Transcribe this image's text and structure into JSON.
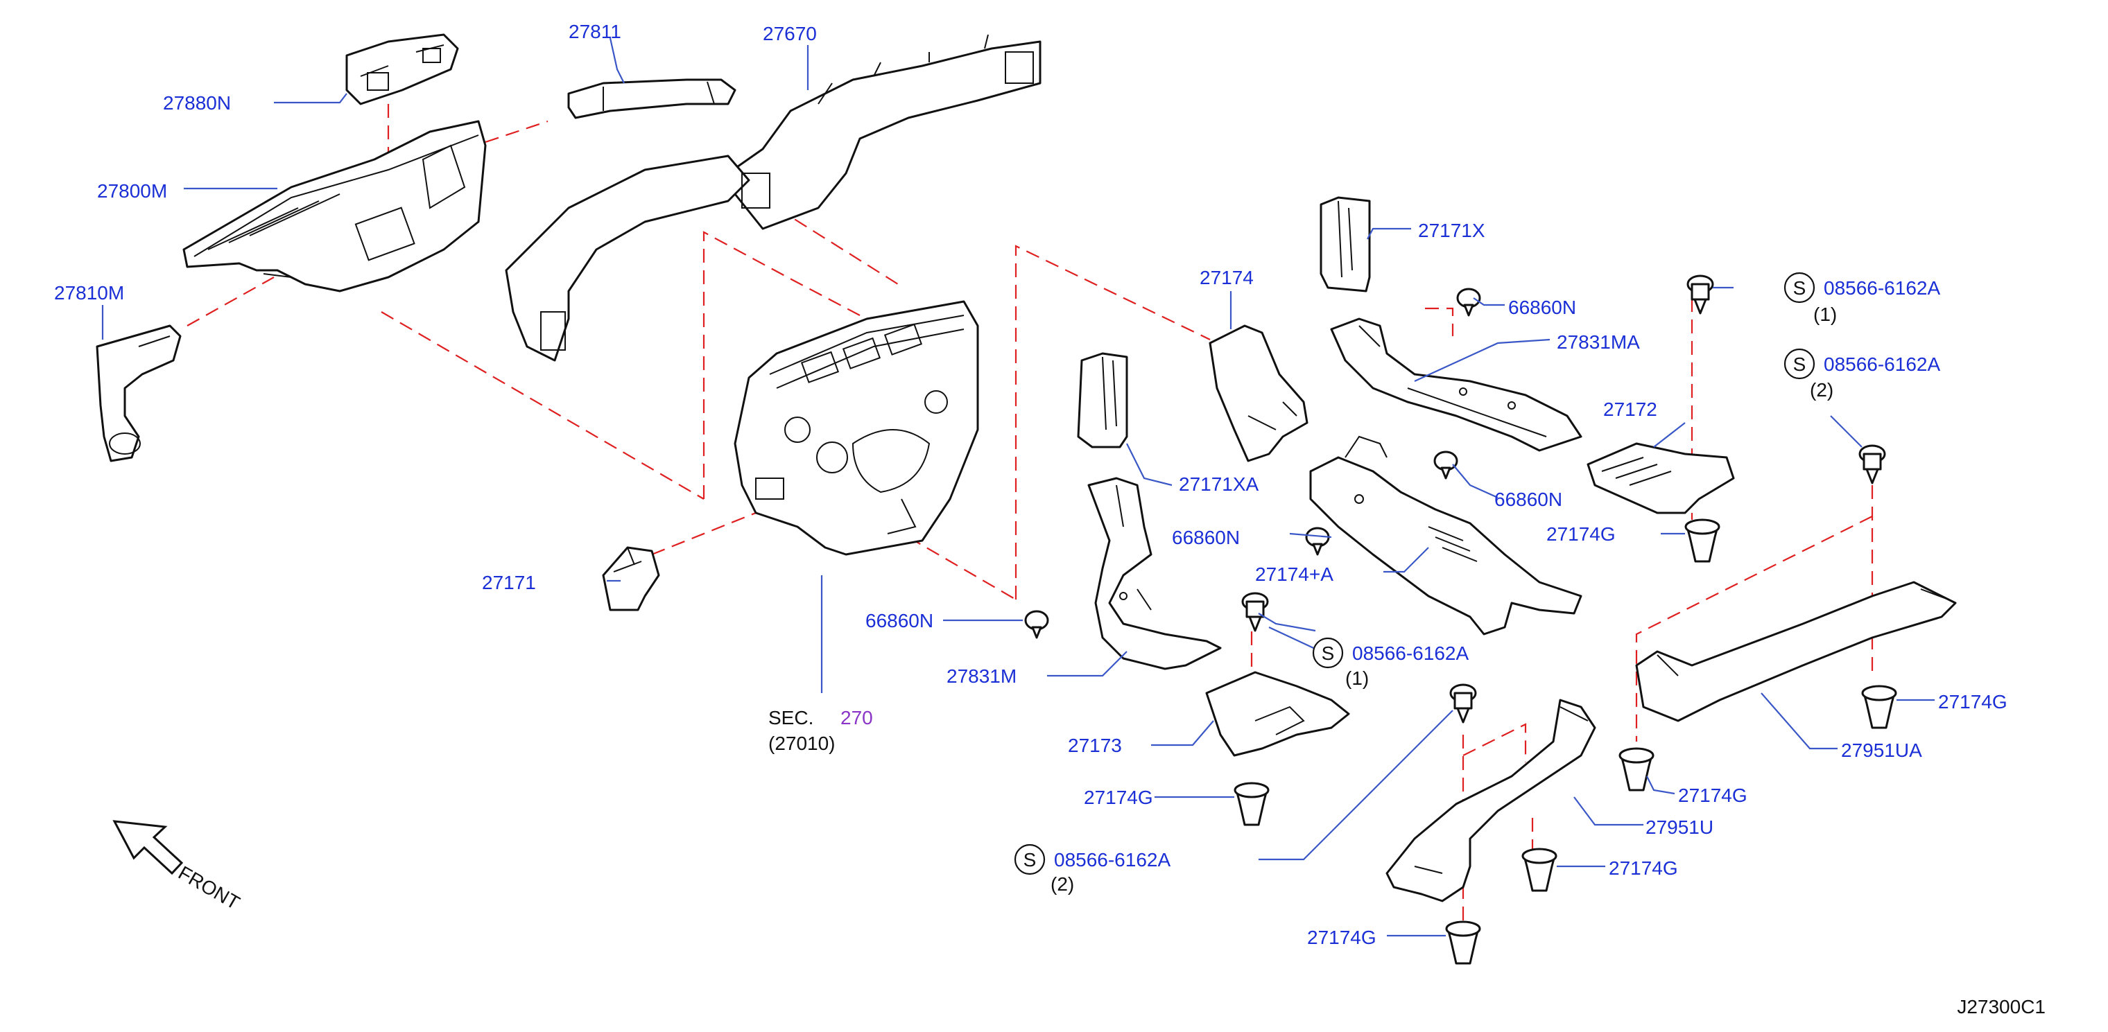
{
  "diagram": {
    "parts": {
      "p27880N": "27880N",
      "p27811": "27811",
      "p27670": "27670",
      "p27800M": "27800M",
      "p27810M": "27810M",
      "p27171X": "27171X",
      "p27174": "27174",
      "p66860N_a": "66860N",
      "p08566_a": "08566-6162A",
      "p08566_a_qty": "(1)",
      "p08566_b": "08566-6162A",
      "p08566_b_qty": "(2)",
      "p27831MA": "27831MA",
      "p27172": "27172",
      "p66860N_b": "66860N",
      "p27171XA": "27171XA",
      "p66860N_c": "66860N",
      "p27174A": "27174+A",
      "p27174G_a": "27174G",
      "p27171": "27171",
      "p66860N_d": "66860N",
      "p08566_c": "08566-6162A",
      "p08566_c_qty": "(1)",
      "p27831M": "27831M",
      "p27174G_b": "27174G",
      "p27173": "27173",
      "p27951UA": "27951UA",
      "p27174G_c": "27174G",
      "p27951U": "27951U",
      "p27174G_d": "27174G",
      "p27174G_e": "27174G",
      "p08566_d": "08566-6162A",
      "p08566_d_qty": "(2)",
      "p27174G_f": "27174G"
    },
    "screw_symbol": "S",
    "section_ref": {
      "prefix": "SEC.",
      "number": "270",
      "sub": "(27010)"
    },
    "front_label": "FRONT",
    "diagram_code": "J27300C1",
    "colors": {
      "label": "#1a2fd6",
      "leader": "#3a57c8",
      "hidden_line": "#e02020",
      "section_link": "#8a35c8",
      "outline": "#111111"
    }
  }
}
